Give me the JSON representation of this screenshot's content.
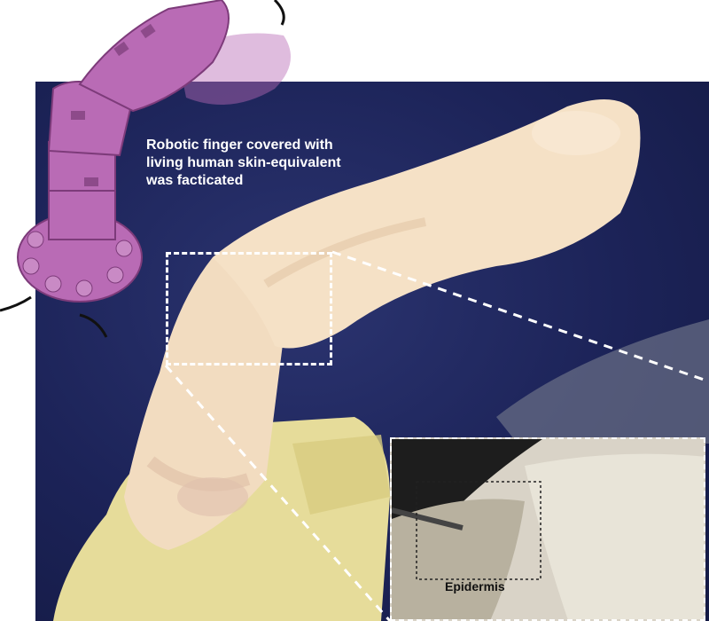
{
  "caption": {
    "line1": "Robotic finger covered with",
    "line2": "living human skin-equivalent",
    "line3": "was facticated"
  },
  "inset": {
    "label": "Epidermis"
  },
  "icons": {
    "robot_finger": "robotic-finger-illustration",
    "arrow": "curved-arrow"
  },
  "colors": {
    "background_blue": "#1c2358",
    "robot_purple": "#b96bb5",
    "skin": "#f2dcc0"
  }
}
